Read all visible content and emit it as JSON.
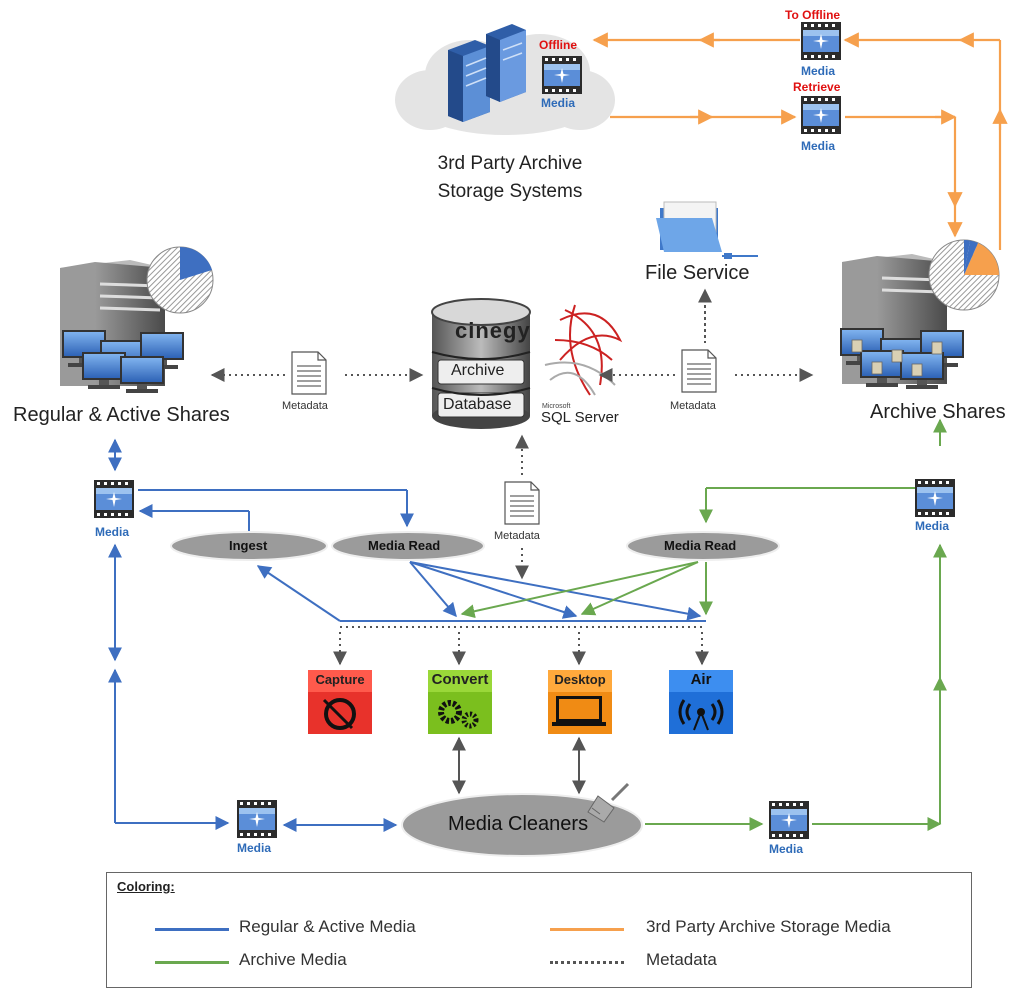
{
  "cloud": {
    "title_line1": "3rd Party Archive",
    "title_line2": "Storage Systems",
    "offline_label": "Offline",
    "media_label": "Media"
  },
  "top_right": {
    "to_offline": "To Offline",
    "to_offline_media": "Media",
    "retrieve": "Retrieve",
    "retrieve_media": "Media"
  },
  "file_service": "File Service",
  "left_server": "Regular & Active Shares",
  "right_server": "Archive Shares",
  "database": {
    "line1": "Archive",
    "line2": "Database",
    "brand": "cinegy",
    "sql_small": "Microsoft",
    "sql": "SQL Server"
  },
  "metadata_left": "Metadata",
  "metadata_right": "Metadata",
  "metadata_center": "Metadata",
  "media_left": "Media",
  "media_right": "Media",
  "media_bottom_left": "Media",
  "media_bottom_right": "Media",
  "ovals": {
    "ingest": "Ingest",
    "media_read_left": "Media Read",
    "media_read_right": "Media Read",
    "cleaners": "Media Cleaners"
  },
  "apps": {
    "capture": "Capture",
    "convert": "Convert",
    "desktop": "Desktop",
    "air": "Air"
  },
  "legend": {
    "title": "Coloring:",
    "regular": "Regular & Active Media",
    "archive": "Archive Media",
    "third_party": "3rd Party Archive Storage Media",
    "metadata": "Metadata"
  },
  "colors": {
    "blue": "#3e6fc1",
    "green": "#6aa84f",
    "orange": "#f6a04d",
    "dotted": "#555555"
  }
}
